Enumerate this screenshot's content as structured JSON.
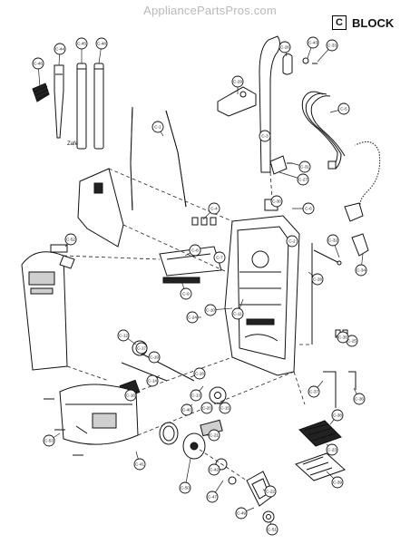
{
  "watermark": "AppliancePartsPros.com",
  "block": {
    "letter": "C",
    "label": "BLOCK"
  },
  "note": "Zafe",
  "callouts": [
    "C-46",
    "C-44",
    "C-45",
    "C-48",
    "C-29",
    "C-26",
    "C-43",
    "C-33",
    "C-1",
    "C-2",
    "C-3",
    "C-4",
    "C-5",
    "C-6",
    "C-7",
    "C-8",
    "C-9",
    "C-10",
    "C-11",
    "C-12",
    "C-13",
    "C-14",
    "C-15",
    "C-16",
    "C-17",
    "C-18",
    "C-19",
    "C-20",
    "C-21",
    "C-22",
    "C-23",
    "C-24",
    "C-25",
    "C-27",
    "C-28",
    "C-30",
    "C-31",
    "C-32",
    "C-34",
    "C-35",
    "C-36",
    "C-37",
    "C-38",
    "C-39",
    "C-40",
    "C-41",
    "C-42",
    "C-47",
    "C-49",
    "C-50",
    "C-51",
    "C-52",
    "C-53"
  ]
}
